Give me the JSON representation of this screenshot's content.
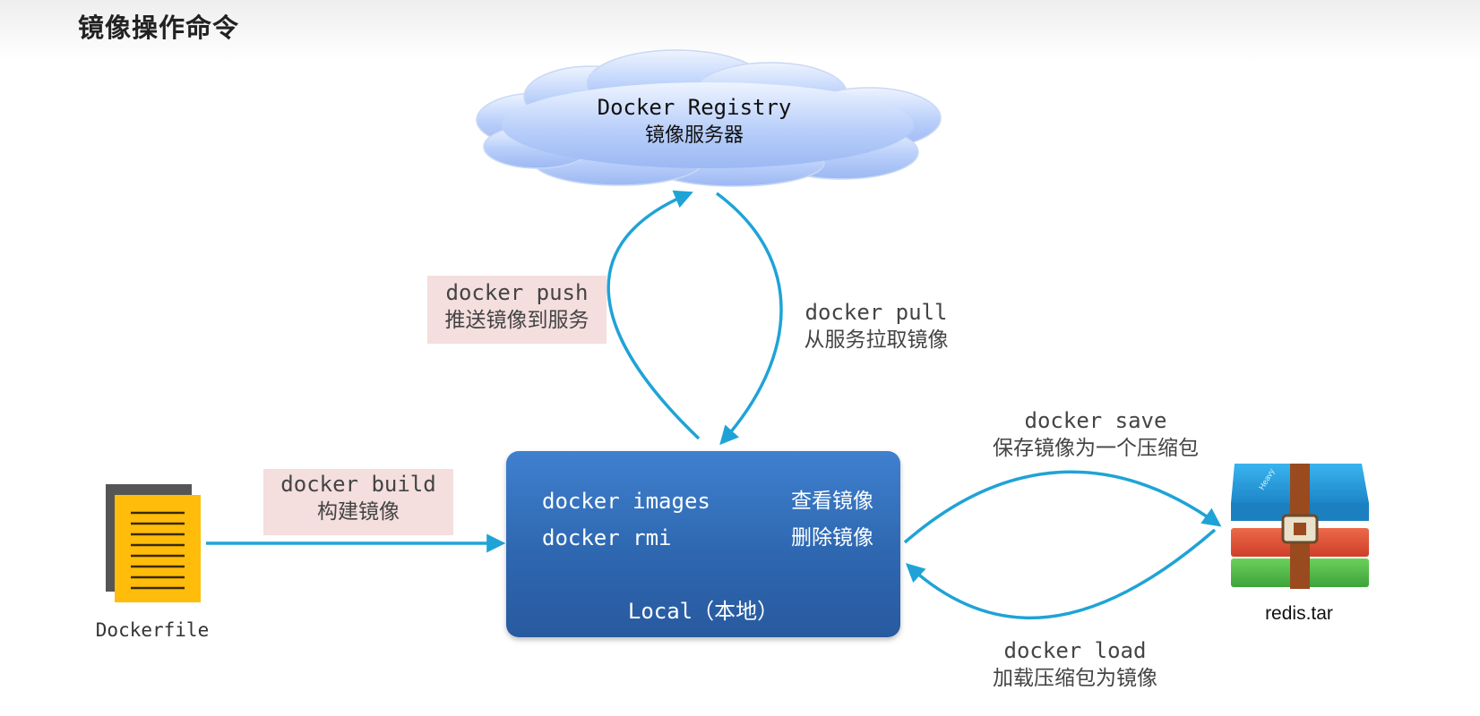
{
  "title": "镜像操作命令",
  "registry": {
    "name": "Docker Registry",
    "subtitle": "镜像服务器"
  },
  "local": {
    "commands": [
      {
        "cmd": "docker images",
        "desc": "查看镜像"
      },
      {
        "cmd": "docker rmi",
        "desc": "删除镜像"
      }
    ],
    "label": "Local（本地）"
  },
  "push": {
    "cmd": "docker push",
    "desc": "推送镜像到服务"
  },
  "pull": {
    "cmd": "docker pull",
    "desc": "从服务拉取镜像"
  },
  "build": {
    "cmd": "docker build",
    "desc": "构建镜像"
  },
  "save": {
    "cmd": "docker save",
    "desc": "保存镜像为一个压缩包"
  },
  "load": {
    "cmd": "docker load",
    "desc": "加载压缩包为镜像"
  },
  "dockerfile": {
    "label": "Dockerfile"
  },
  "archive": {
    "label": "redis.tar",
    "logo_text": "Heavy"
  },
  "colors": {
    "arrow": "#1fa3d6",
    "local_box": "#3474c0",
    "label_bg": "#f4dede",
    "file_yellow": "#ffbc0a",
    "file_back": "#555555"
  }
}
